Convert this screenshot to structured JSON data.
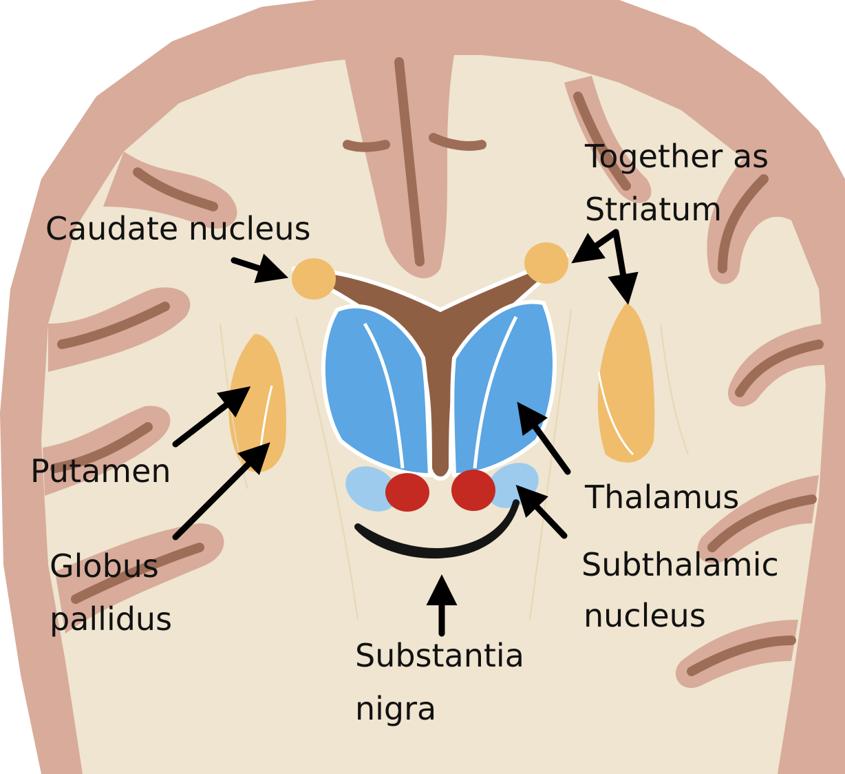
{
  "colors": {
    "cortex": "#d8ab9a",
    "cortex_dark": "#9e6d58",
    "white_matter": "#efe5d0",
    "striatum": "#f0bd6c",
    "thalamus": "#5ba6e3",
    "subthalamic": "#9ccbee",
    "red_nucleus": "#c42a22",
    "substantia_nigra": "#151515",
    "ventricle": "#8f5f44",
    "arrow": "#000000"
  },
  "labels": {
    "caudate_nucleus": "Caudate nucleus",
    "striatum_line1": "Together as",
    "striatum_line2": "Striatum",
    "putamen": "Putamen",
    "globus_line1": "Globus",
    "globus_line2": "pallidus",
    "thalamus": "Thalamus",
    "subthalamic_line1": "Subthalamic",
    "subthalamic_line2": "nucleus",
    "nigra_line1": "Substantia",
    "nigra_line2": "nigra"
  }
}
